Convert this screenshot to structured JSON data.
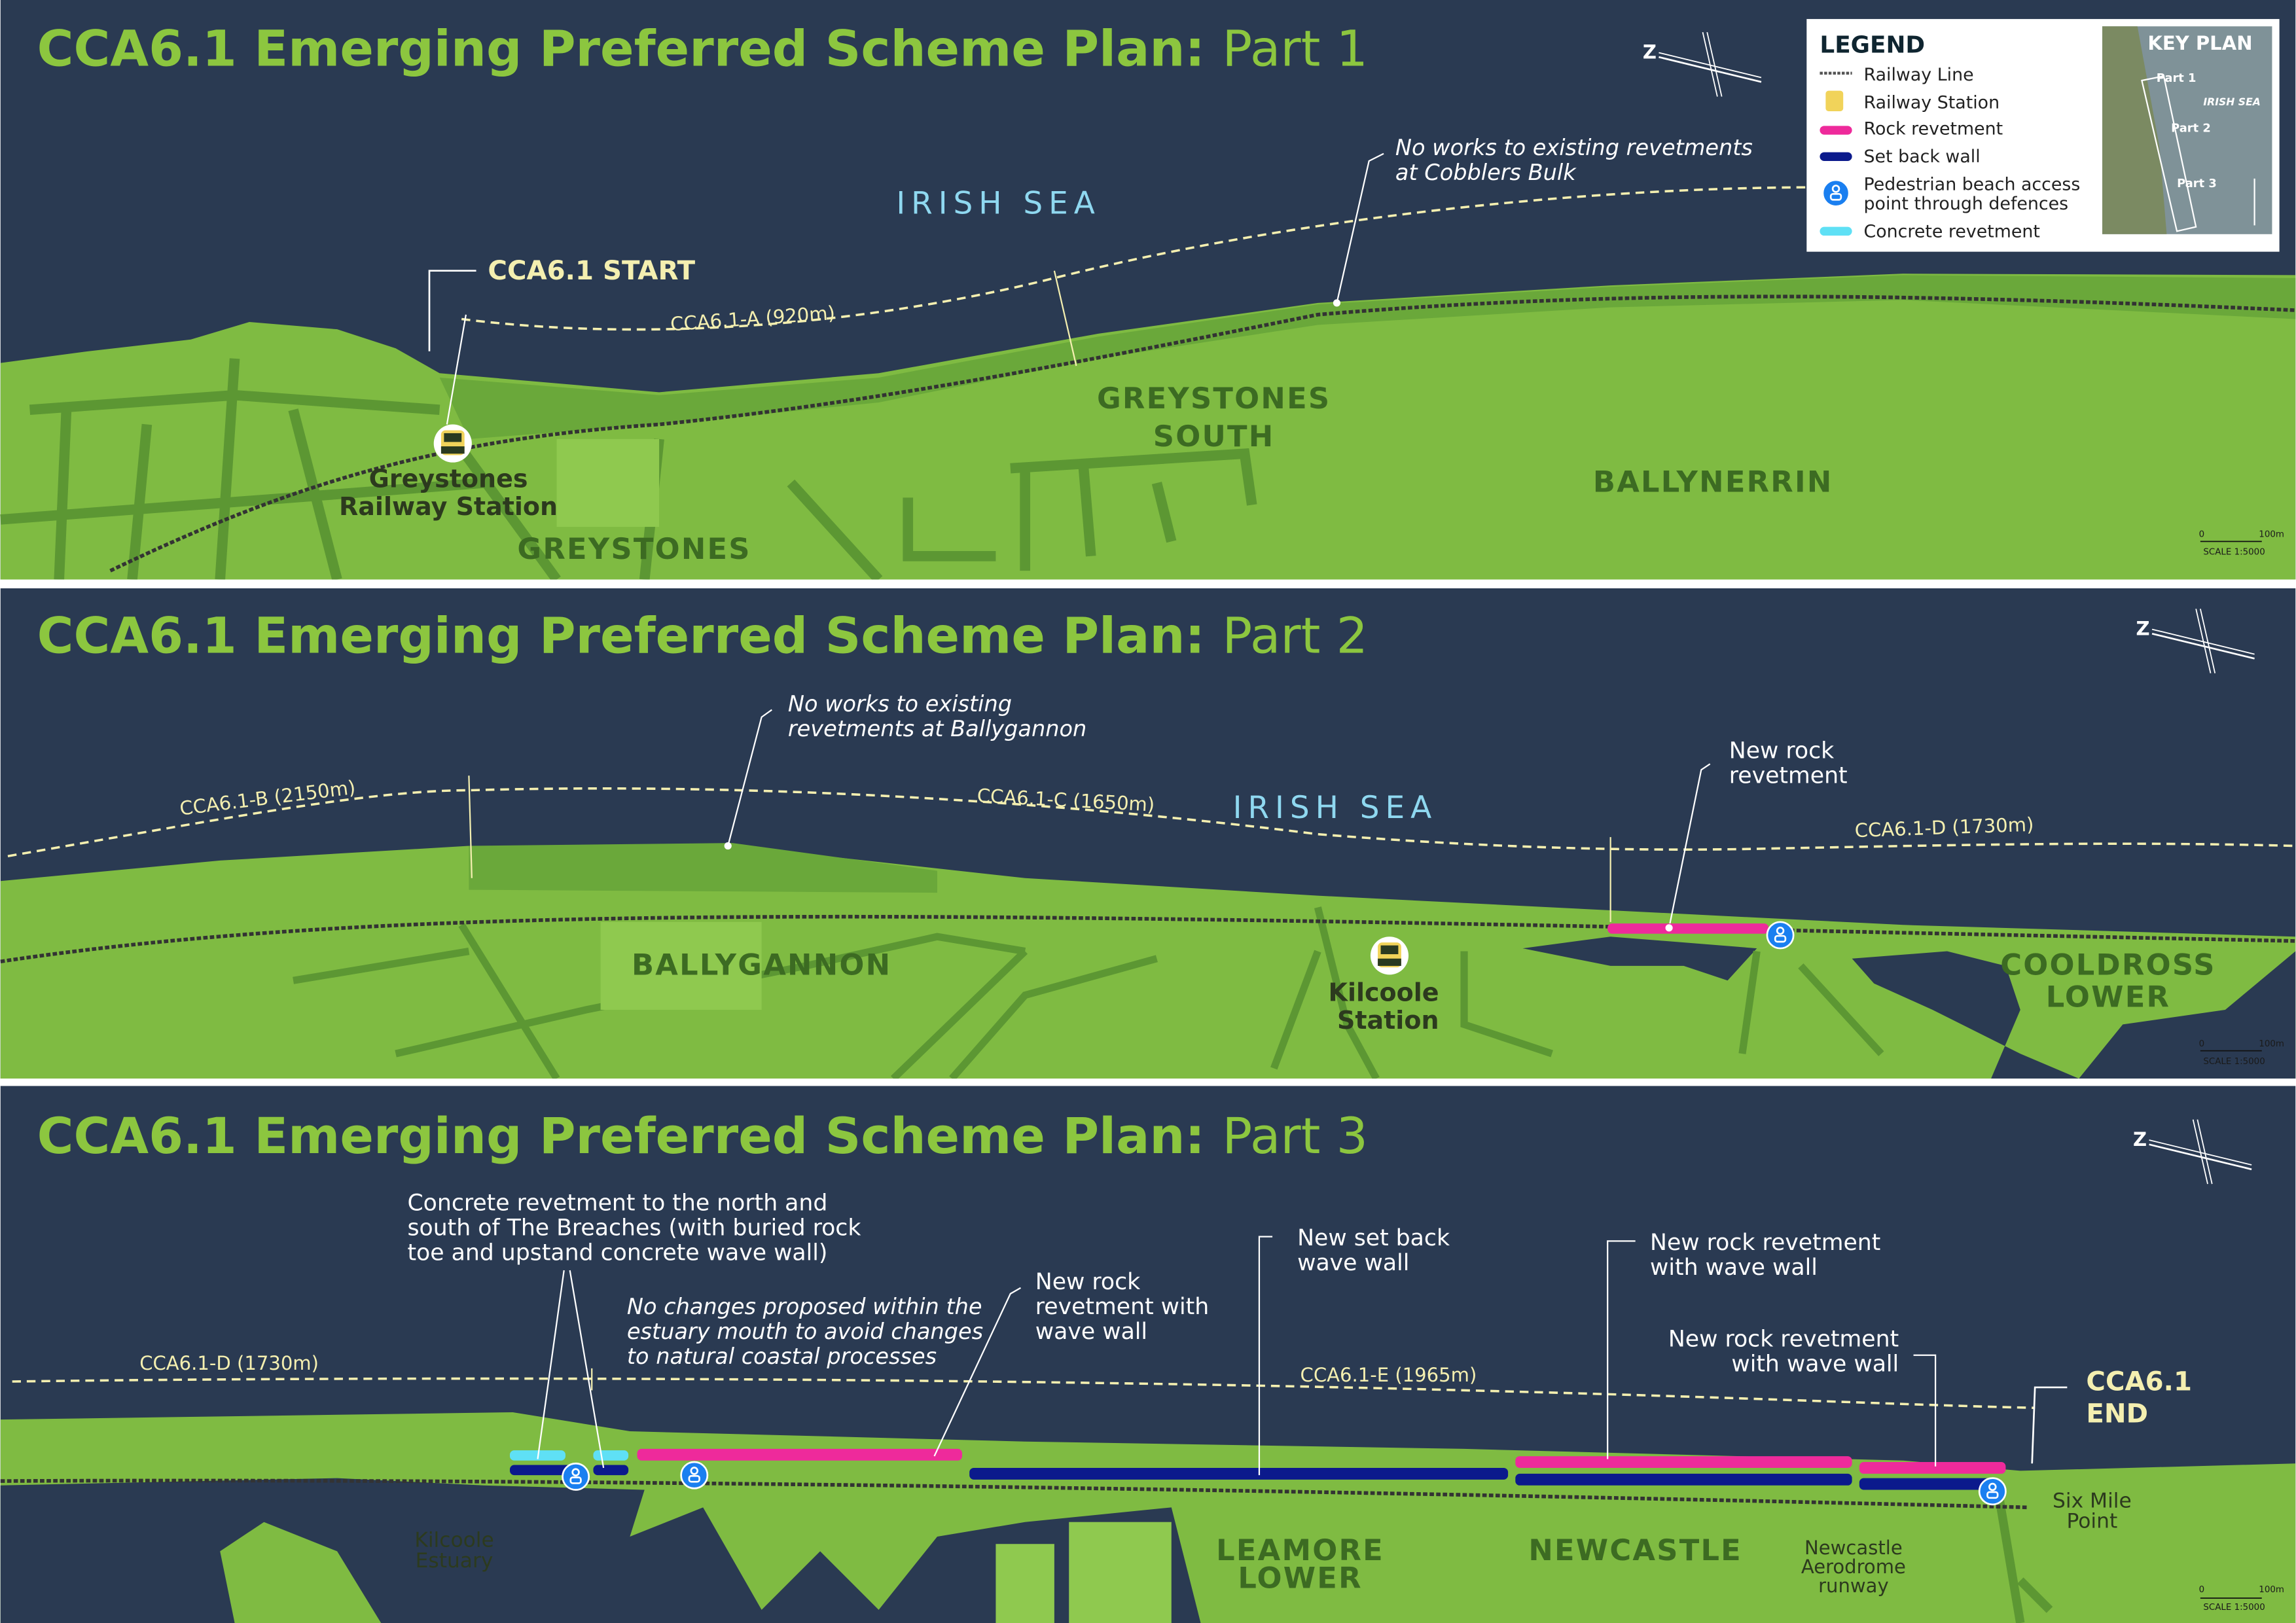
{
  "panels": [
    {
      "title_bold": "CCA6.1 Emerging Preferred Scheme Plan:",
      "title_part": "Part 1"
    },
    {
      "title_bold": "CCA6.1 Emerging Preferred Scheme Plan:",
      "title_part": "Part 2"
    },
    {
      "title_bold": "CCA6.1 Emerging Preferred Scheme Plan:",
      "title_part": "Part 3"
    }
  ],
  "sea_label": "IRISH SEA",
  "part1": {
    "start": "CCA6.1  START",
    "segment_a": "CCA6.1-A (920m)",
    "note_line1": "No works to existing revetments",
    "note_line2": "at Cobblers Bulk",
    "station_line1": "Greystones",
    "station_line2": "Railway Station",
    "places": [
      "GREYSTONES",
      "GREYSTONES",
      "SOUTH",
      "BALLYNERRIN"
    ]
  },
  "part2": {
    "segment_b": "CCA6.1-B (2150m)",
    "segment_c": "CCA6.1-C (1650m)",
    "segment_d": "CCA6.1-D (1730m)",
    "note_line1": "No works to existing",
    "note_line2": "revetments at Ballygannon",
    "rock_line1": "New rock",
    "rock_line2": "revetment",
    "station_line1": "Kilcoole",
    "station_line2": "Station",
    "places": [
      "BALLYGANNON",
      "COOLDROSS",
      "LOWER"
    ]
  },
  "part3": {
    "segment_d": "CCA6.1-D (1730m)",
    "segment_e": "CCA6.1-E (1965m)",
    "concrete_note": [
      "Concrete revetment to the north and",
      "south of The Breaches (with buried rock",
      "toe and upstand concrete wave wall)"
    ],
    "estuary_note": [
      "No changes proposed within the",
      "estuary mouth to avoid changes",
      "to natural coastal processes"
    ],
    "rock_note1": [
      "New rock",
      "revetment with",
      "wave wall"
    ],
    "setback_note": [
      "New set back",
      "wave wall"
    ],
    "rock_note2": [
      "New rock revetment",
      "with wave wall"
    ],
    "rock_note3": [
      "New rock revetment",
      "with wave wall"
    ],
    "end": [
      "CCA6.1",
      "END"
    ],
    "places": [
      "Kilcoole",
      "Estuary",
      "LEAMORE",
      "LOWER",
      "NEWCASTLE",
      "Newcastle",
      "Aerodrome",
      "runway",
      "Six Mile",
      "Point"
    ]
  },
  "legend": {
    "title": "LEGEND",
    "items": [
      "Railway Line",
      "Railway Station",
      "Rock revetment",
      "Set back wall",
      "Pedestrian beach access",
      "point through defences",
      "Concrete revetment"
    ],
    "key_plan": "KEY PLAN",
    "key_sea": "IRISH SEA",
    "key_parts": [
      "Part 1",
      "Part 2",
      "Part 3"
    ]
  },
  "scale": {
    "zero": "0",
    "max": "100m",
    "label": "SCALE 1:5000"
  },
  "colors": {
    "sea": "#2a3a52",
    "land": "#7fbb42",
    "road": "#5c9733",
    "rock": "#ee2a9b",
    "setback": "#0b1a8c",
    "concrete": "#5fe0f5",
    "access": "#1a7ff0"
  }
}
